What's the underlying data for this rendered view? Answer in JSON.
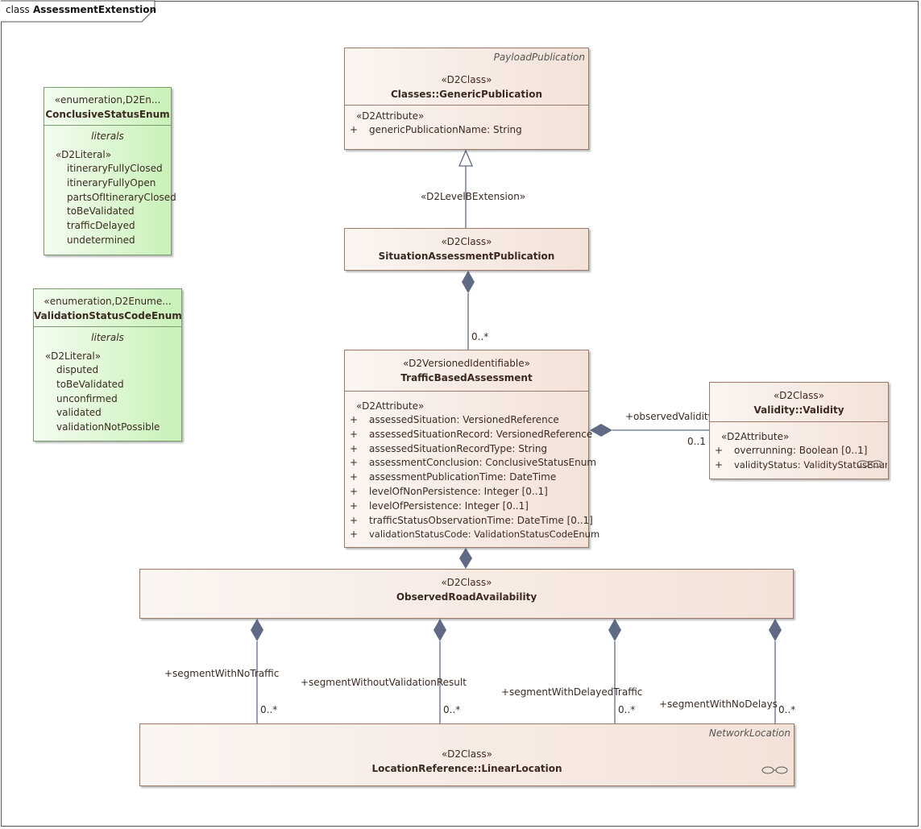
{
  "frame": {
    "keyword": "class",
    "name": "AssessmentExtenstion"
  },
  "classes": {
    "generic_publication": {
      "package": "PayloadPublication",
      "stereotype": "«D2Class»",
      "name": "Classes::GenericPublication",
      "attr_stereotype": "«D2Attribute»",
      "attributes": [
        {
          "vis": "+",
          "text": "genericPublicationName: String"
        }
      ]
    },
    "situation_assessment_publication": {
      "stereotype": "«D2Class»",
      "name": "SituationAssessmentPublication"
    },
    "traffic_based_assessment": {
      "stereotype": "«D2VersionedIdentifiable»",
      "name": "TrafficBasedAssessment",
      "attr_stereotype": "«D2Attribute»",
      "attributes": [
        {
          "vis": "+",
          "text": "assessedSituation: VersionedReference"
        },
        {
          "vis": "+",
          "text": "assessedSituationRecord: VersionedReference"
        },
        {
          "vis": "+",
          "text": "assessedSituationRecordType: String"
        },
        {
          "vis": "+",
          "text": "assessmentConclusion: ConclusiveStatusEnum"
        },
        {
          "vis": "+",
          "text": "assessmentPublicationTime: DateTime"
        },
        {
          "vis": "+",
          "text": "levelOfNonPersistence: Integer [0..1]"
        },
        {
          "vis": "+",
          "text": "levelOfPersistence: Integer [0..1]"
        },
        {
          "vis": "+",
          "text": "trafficStatusObservationTime: DateTime [0..1]"
        },
        {
          "vis": "+",
          "text": "validationStatusCode: ValidationStatusCodeEnum"
        }
      ]
    },
    "validity": {
      "stereotype": "«D2Class»",
      "name": "Validity::Validity",
      "attr_stereotype": "«D2Attribute»",
      "attributes": [
        {
          "vis": "+",
          "text": "overrunning: Boolean [0..1]"
        },
        {
          "vis": "+",
          "text": "validityStatus: ValidityStatusEnum"
        }
      ]
    },
    "observed_road_availability": {
      "stereotype": "«D2Class»",
      "name": "ObservedRoadAvailability"
    },
    "linear_location": {
      "package": "NetworkLocation",
      "stereotype": "«D2Class»",
      "name": "LocationReference::LinearLocation"
    }
  },
  "enums": {
    "conclusive_status": {
      "stereotype": "«enumeration,D2En...",
      "name": "ConclusiveStatusEnum",
      "section": "literals",
      "literal_stereotype": "«D2Literal»",
      "literals": [
        "itineraryFullyClosed",
        "itineraryFullyOpen",
        "partsOfItineraryClosed",
        "toBeValidated",
        "trafficDelayed",
        "undetermined"
      ]
    },
    "validation_status": {
      "stereotype": "«enumeration,D2Enume...",
      "name": "ValidationStatusCodeEnum",
      "section": "literals",
      "literal_stereotype": "«D2Literal»",
      "literals": [
        "disputed",
        "toBeValidated",
        "unconfirmed",
        "validated",
        "validationNotPossible"
      ]
    }
  },
  "connectors": {
    "generalization": "«D2LevelBExtension»",
    "records_multiplicity": "0..*",
    "observed_validity_role": "+observedValidity",
    "observed_validity_multiplicity": "0..1",
    "segments": [
      {
        "role": "+segmentWithNoTraffic",
        "multiplicity": "0..*"
      },
      {
        "role": "+segmentWithoutValidationResult",
        "multiplicity": "0..*"
      },
      {
        "role": "+segmentWithDelayedTraffic",
        "multiplicity": "0..*"
      },
      {
        "role": "+segmentWithNoDelays",
        "multiplicity": "0..*"
      }
    ]
  },
  "colors": {
    "class_fill": "#f3e2d8",
    "enum_fill": "#c9f1b8",
    "class_border": "#9a7b6b",
    "connector": "#5f6b85"
  }
}
